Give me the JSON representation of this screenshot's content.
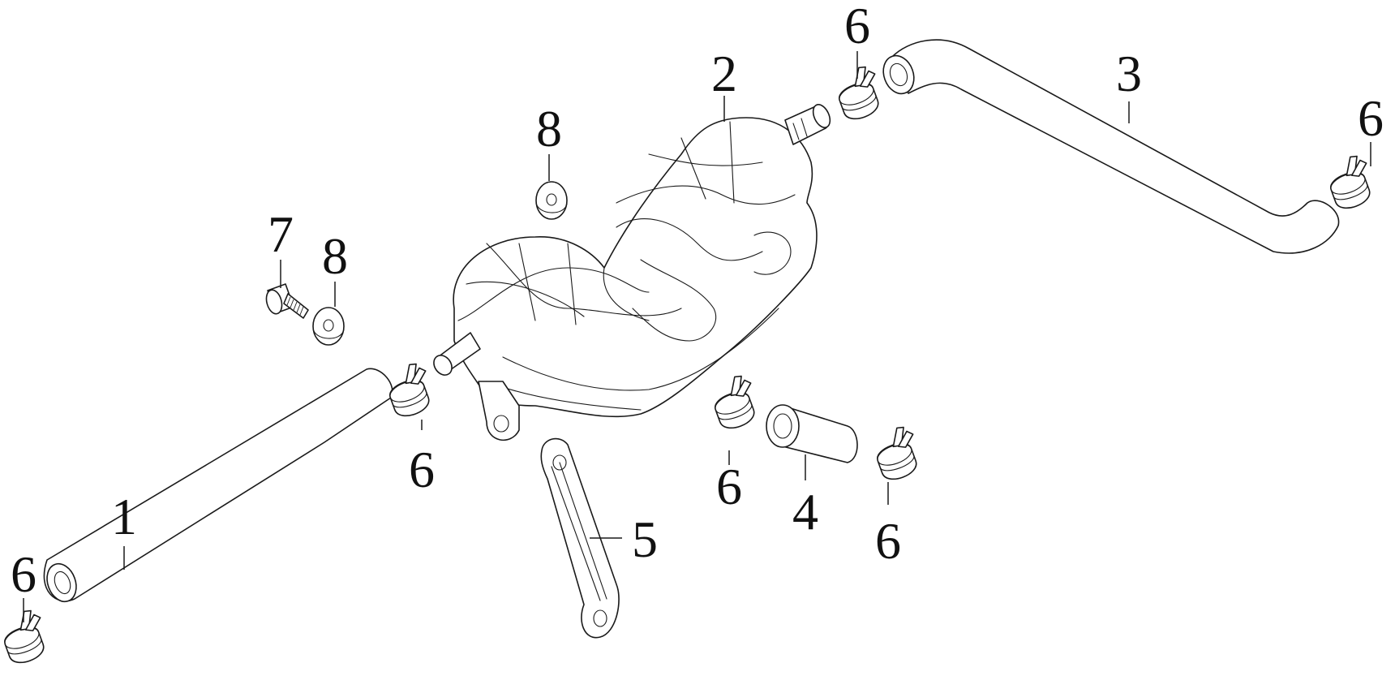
{
  "diagram": {
    "parts": {
      "hose_lower": {
        "number": "1"
      },
      "reservoir_tank": {
        "number": "2"
      },
      "hose_upper": {
        "number": "3"
      },
      "hose_short": {
        "number": "4"
      },
      "bracket": {
        "number": "5"
      },
      "clamp": {
        "number": "6"
      },
      "bolt": {
        "number": "7"
      },
      "washer": {
        "number": "8"
      }
    }
  }
}
